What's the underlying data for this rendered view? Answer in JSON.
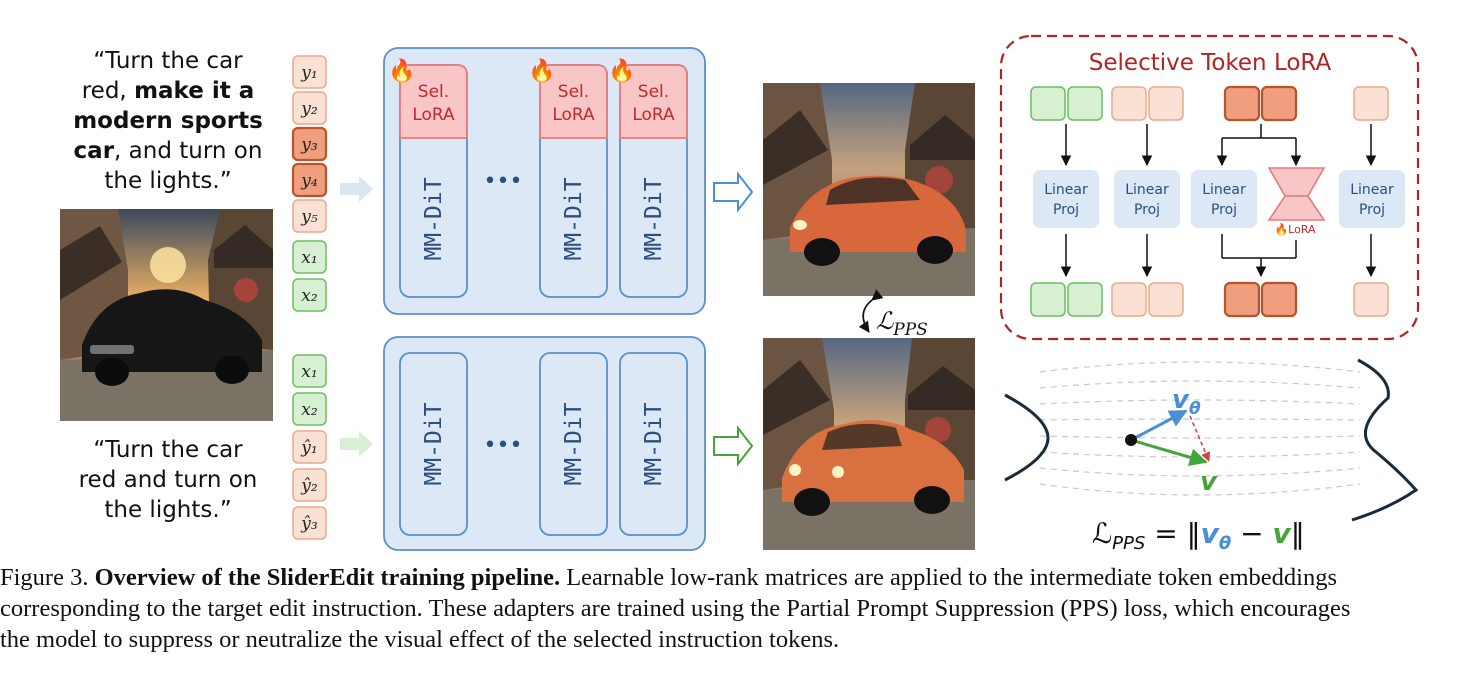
{
  "prompt_top": {
    "lines": [
      {
        "pre": "“Turn the car",
        "bold": ""
      },
      {
        "pre": "red, ",
        "bold": "make it a"
      },
      {
        "pre": "",
        "bold": "modern sports"
      },
      {
        "pre": "",
        "bold": "car",
        "post": ", and turn on"
      },
      {
        "pre": "the lights.”",
        "bold": ""
      }
    ]
  },
  "prompt_bottom": {
    "lines": [
      "“Turn the car",
      "red and turn on",
      "the lights.”"
    ]
  },
  "tokens_top": [
    "y₁",
    "y₂",
    "y₃",
    "y₄",
    "y₅",
    "x₁",
    "x₂"
  ],
  "tokens_bottom": [
    "x₁",
    "x₂",
    "ŷ₁",
    "ŷ₂",
    "ŷ₃"
  ],
  "block_label": "MM-DiT",
  "sel_lora_line1": "Sel.",
  "sel_lora_line2": "LoRA",
  "ellipsis": "•••",
  "loss_label": "ℒ",
  "loss_sub": "PPS",
  "selective_token_lora": {
    "title": "Selective Token LoRA",
    "linear_proj_line1": "Linear",
    "linear_proj_line2": "Proj",
    "lora_small": "🔥LoRA"
  },
  "vectors": {
    "v_theta": "v",
    "v_theta_sub": "θ",
    "v": "v"
  },
  "equation": {
    "lhs": "ℒ",
    "lhs_sub": "PPS",
    "eq": " = ‖",
    "v_theta": "v",
    "theta": "θ",
    "minus": " − ",
    "v": "v",
    "close": "‖"
  },
  "caption": {
    "figure_label": "Figure 3.",
    "bold_title": "Overview of the SliderEdit training pipeline.",
    "text_line1": " Learnable low-rank matrices are applied to the intermediate token embeddings",
    "text_line2": "corresponding to the target edit instruction. These adapters are trained using the Partial Prompt Suppression (PPS) loss, which encourages",
    "text_line3": "the model to suppress or neutralize the visual effect of the selected instruction tokens."
  },
  "colors": {
    "panel_fill": "#dce8f6",
    "panel_stroke": "#5b8fc9",
    "green_fill": "#d6f0d1",
    "green_stroke": "#6abf5e",
    "peach_fill": "#fbe1d3",
    "peach_stroke": "#eba98a",
    "orange_fill": "#ef9f7d",
    "orange_stroke": "#b8532c",
    "lora_fill": "#f8c6c6",
    "lora_stroke": "#e57b7b",
    "dash_red": "#b02424",
    "arrow_blue": "#4a8fd6",
    "arrow_green": "#45a43a"
  }
}
